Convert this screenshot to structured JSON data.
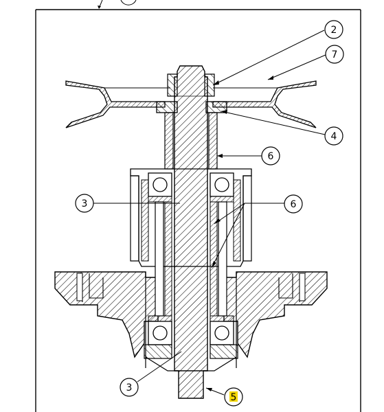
{
  "callouts": [
    {
      "label": "2"
    },
    {
      "label": "7"
    },
    {
      "label": "4"
    },
    {
      "label": "6"
    },
    {
      "label": "3"
    },
    {
      "label": "6"
    },
    {
      "label": "3"
    },
    {
      "label": "5",
      "highlight": "#f5d800"
    }
  ],
  "colors": {
    "line": "#000000",
    "hatch": "#000000",
    "background": "#ffffff",
    "highlight": "#f5d800"
  }
}
